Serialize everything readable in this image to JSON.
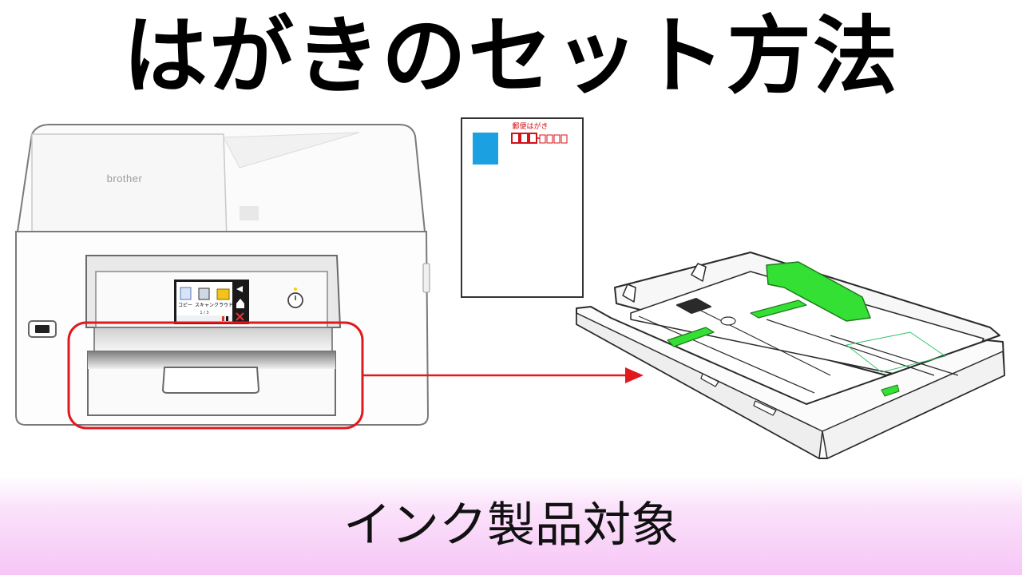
{
  "title": "はがきのセット方法",
  "footer": "インク製品対象",
  "printer": {
    "brand": "brother",
    "screen": {
      "icons": [
        "コピー",
        "スキャン",
        "クラウド"
      ],
      "page": "1 / 3"
    }
  },
  "postcard": {
    "header": "郵便はがき"
  },
  "colors": {
    "highlight": "#e1191e",
    "arrow": "#e1191e",
    "tray_guide": "#33e033",
    "stamp": "#1ba1e2",
    "postcard_red": "#d4101a",
    "footer_gradient": "#f6c6f6"
  }
}
